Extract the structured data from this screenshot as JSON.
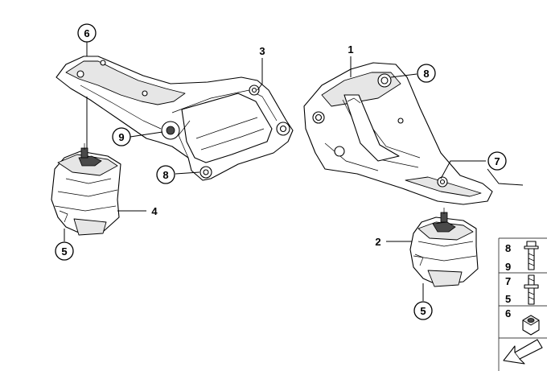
{
  "diagram": {
    "callouts": [
      {
        "id": "c6_top",
        "label": "6"
      },
      {
        "id": "c3",
        "label": "3"
      },
      {
        "id": "c9",
        "label": "9"
      },
      {
        "id": "c8_left",
        "label": "8"
      },
      {
        "id": "c4",
        "label": "4"
      },
      {
        "id": "c5_left",
        "label": "5"
      },
      {
        "id": "c1",
        "label": "1"
      },
      {
        "id": "c8_right",
        "label": "8"
      },
      {
        "id": "c7",
        "label": "7"
      },
      {
        "id": "c2",
        "label": "2"
      },
      {
        "id": "c5_right",
        "label": "5"
      }
    ],
    "legend": {
      "items": [
        {
          "nums": [
            "8",
            "9"
          ],
          "icon": "flange-bolt"
        },
        {
          "nums": [
            "7",
            "5"
          ],
          "icon": "stud-bolt"
        },
        {
          "nums": [
            "6"
          ],
          "icon": "hex-nut"
        }
      ],
      "arrow_icon": "direction-arrow"
    }
  }
}
